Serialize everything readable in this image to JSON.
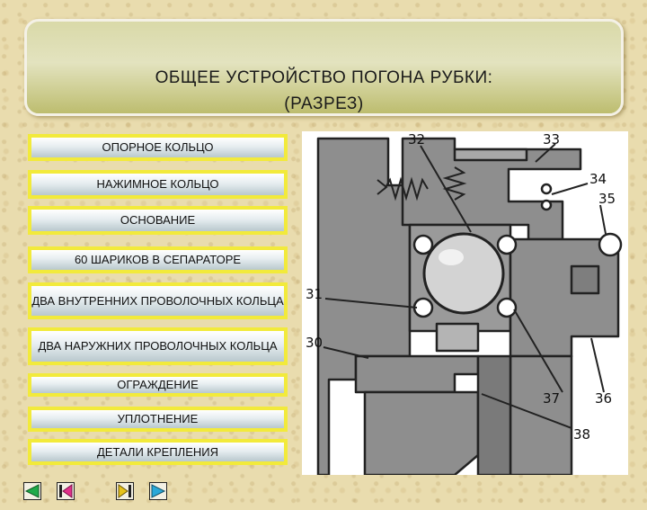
{
  "title": {
    "line1": "ОБЩЕЕ УСТРОЙСТВО ПОГОНА РУБКИ:",
    "line2": "(РАЗРЕЗ)"
  },
  "menu": {
    "items": [
      {
        "label": "ОПОРНОЕ КОЛЬЦО"
      },
      {
        "label": "НАЖИМНОЕ КОЛЬЦО"
      },
      {
        "label": "ОСНОВАНИЕ"
      },
      {
        "label": "60 ШАРИКОВ В СЕПАРАТОРЕ"
      },
      {
        "label": "ДВА ВНУТРЕННИХ ПРОВОЛОЧНЫХ КОЛЬЦА"
      },
      {
        "label": "ДВА НАРУЖНИХ ПРОВОЛОЧНЫХ КОЛЬЦА"
      },
      {
        "label": "ОГРАЖДЕНИЕ"
      },
      {
        "label": "УПЛОТНЕНИЕ"
      },
      {
        "label": "ДЕТАЛИ КРЕПЛЕНИЯ"
      }
    ]
  },
  "diagram": {
    "callouts": [
      "32",
      "33",
      "34",
      "35",
      "31",
      "30",
      "37",
      "36",
      "38"
    ]
  },
  "nav": {
    "first": "nav-first-icon",
    "last": "nav-last-icon",
    "end": "nav-end-icon",
    "next": "nav-next-icon"
  },
  "colors": {
    "button_border": "#f2ea3b",
    "nav_green": "#1faa4a",
    "nav_magenta": "#e0308a",
    "nav_cyan": "#2aa8d8",
    "diagram_fill": "#8e8e8e"
  }
}
